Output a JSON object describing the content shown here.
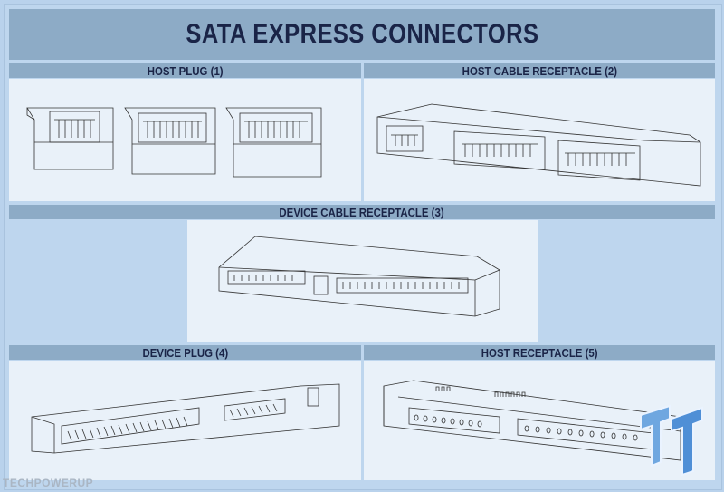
{
  "title": "SATA EXPRESS CONNECTORS",
  "panels": [
    {
      "label": "HOST PLUG (1)"
    },
    {
      "label": "HOST CABLE RECEPTACLE (2)"
    },
    {
      "label": "DEVICE CABLE RECEPTACLE (3)"
    },
    {
      "label": "DEVICE PLUG (4)"
    },
    {
      "label": "HOST RECEPTACLE (5)"
    }
  ],
  "watermark": "TECHPOWERUP",
  "logo": "TT"
}
